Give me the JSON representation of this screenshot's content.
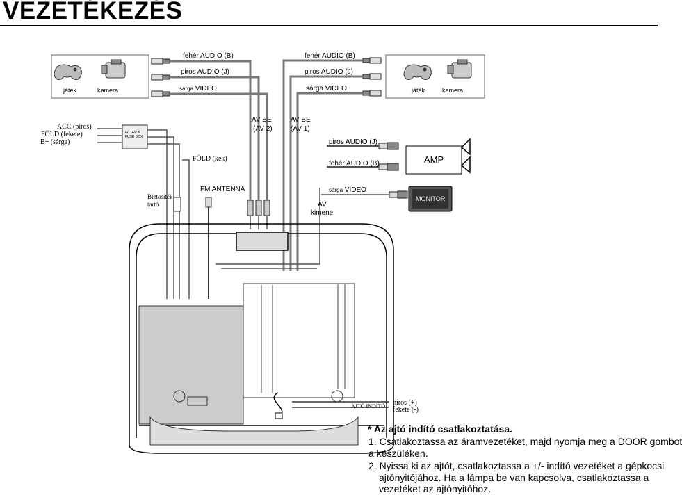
{
  "title": "VEZETÉKEZÉS",
  "top_left": {
    "game": "játék",
    "camera": "kamera"
  },
  "top_right": {
    "game": "játék",
    "camera": "kamera"
  },
  "top_cables_left": {
    "white": "fehér  AUDIO (B)",
    "red": "piros  AUDIO (J)",
    "yellow_color": "sárga",
    "yellow_sig": "VIDEO"
  },
  "top_cables_right": {
    "white": "fehér  AUDIO (B)",
    "red": "piros AUDIO (J)",
    "yellow": "sárga  VIDEO"
  },
  "power": {
    "acc": "ACC (piros)",
    "gnd": "FÖLD (fekete)",
    "bplus": "B+ (sárga)",
    "filter": "FILTER &\nFUSE BOX",
    "ground_blue": "FÖLD  (kék)",
    "fuse_holder_1": "Biztosíték",
    "fuse_holder_2": "tartó"
  },
  "av_in_2": {
    "line1": "AV BE",
    "line2": "(AV 2)"
  },
  "av_in_1": {
    "line1": "AV BE",
    "line2": "(AV 1)"
  },
  "fm_antenna": "FM ANTENNA",
  "av_out": {
    "line1": "AV",
    "line2": "kimene"
  },
  "amp_side": {
    "red": "piros  AUDIO (J)",
    "white": "fehér  AUDIO (B)",
    "amp": "AMP"
  },
  "monitor_side": {
    "yellow_color": "sárga",
    "yellow_sig": "VIDEO",
    "monitor": "MONITOR"
  },
  "door": {
    "label": "AJTÓ INDÍTÓ",
    "red": "piros  (+)",
    "black": "fekete  (-)"
  },
  "instructions": {
    "heading": "* Az ajtó indító csatlakoztatása.",
    "l1": "1. Csatlakoztassa az áramvezetéket, majd nyomja meg a DOOR gombot",
    "l2": "a készüléken.",
    "l3": "2. Nyissa ki az ajtót, csatlakoztassa a +/- indító vezetéket a gépkocsi",
    "l4": "ajtónyitójához. Ha a lámpa be van kapcsolva, csatlakoztassa a",
    "l5": "vezetéket az ajtónyitóhoz."
  }
}
